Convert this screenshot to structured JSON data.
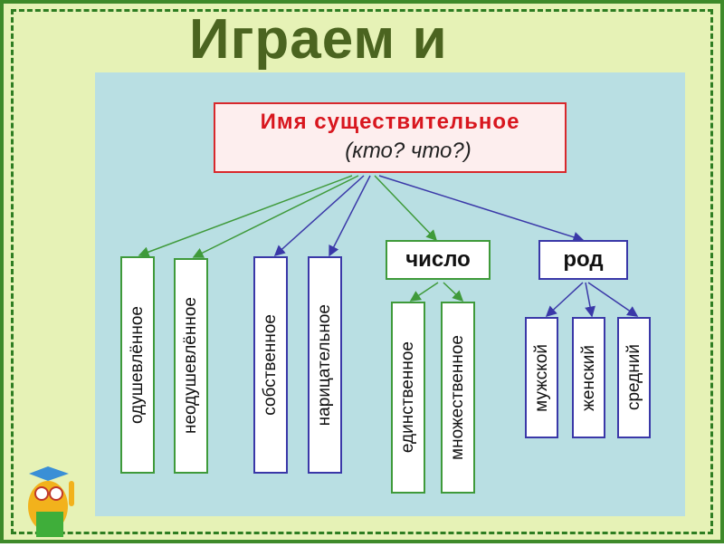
{
  "title": "Играем и",
  "main": {
    "line1": "Имя  существительное",
    "line2": "(кто? что?)"
  },
  "boxes": {
    "animate": "одушевлённое",
    "inanimate": "неодушевлённое",
    "proper": "собственное",
    "common": "нарицательное",
    "number": "число",
    "gender": "род",
    "singular": "единственное",
    "plural": "множественное",
    "masc": "мужской",
    "fem": "женский",
    "neut": "средний"
  },
  "colors": {
    "green": "#3f9a3a",
    "blue": "#3a38a8",
    "red": "#d8282c"
  }
}
